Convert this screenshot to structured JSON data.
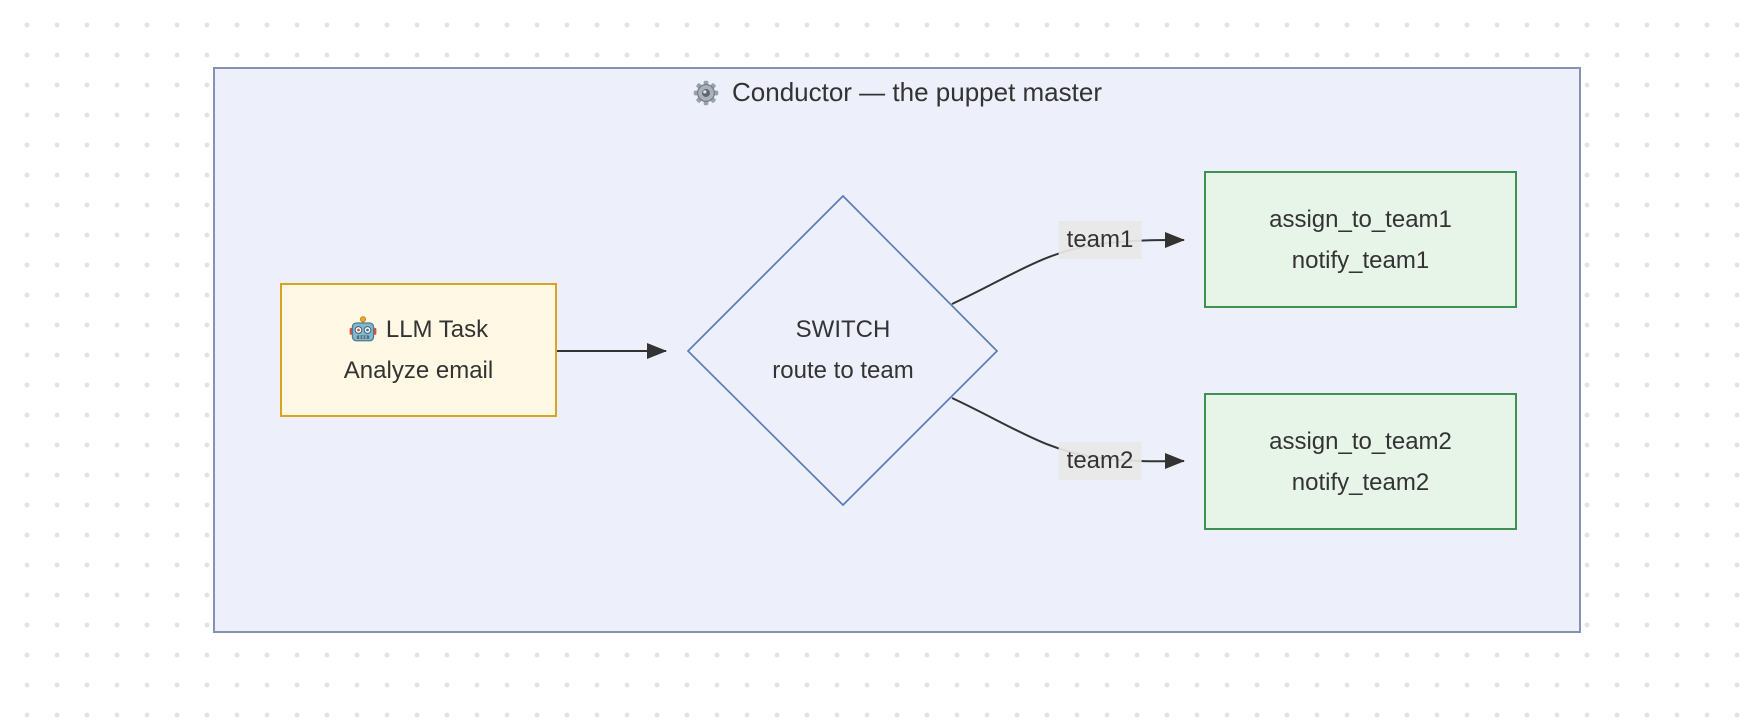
{
  "diagram": {
    "title": "Conductor — the puppet master",
    "title_icon": "gear",
    "colors": {
      "canvas_background": "#ffffff",
      "canvas_dots": "#e3e3e6",
      "subgraph_fill": "#edf0fb",
      "subgraph_border": "#8591b5",
      "llm_node_fill": "#fff8e5",
      "llm_node_border": "#d9a41e",
      "decision_fill": "#edf0fb",
      "decision_border": "#5b7cb9",
      "action_node_fill": "#e7f4e8",
      "action_node_border": "#3e9150",
      "edge_stroke": "#333333",
      "edge_label_background": "#e8e8e8",
      "text": "#333333"
    },
    "nodes": {
      "llm_task": {
        "icon": "robot",
        "line1": "LLM Task",
        "line2": "Analyze email"
      },
      "switch": {
        "line1": "SWITCH",
        "line2": "route to team"
      },
      "team1_actions": {
        "line1": "assign_to_team1",
        "line2": "notify_team1"
      },
      "team2_actions": {
        "line1": "assign_to_team2",
        "line2": "notify_team2"
      }
    },
    "edges": [
      {
        "from": "llm_task",
        "to": "switch",
        "label": ""
      },
      {
        "from": "switch",
        "to": "team1_actions",
        "label": "team1"
      },
      {
        "from": "switch",
        "to": "team2_actions",
        "label": "team2"
      }
    ]
  }
}
